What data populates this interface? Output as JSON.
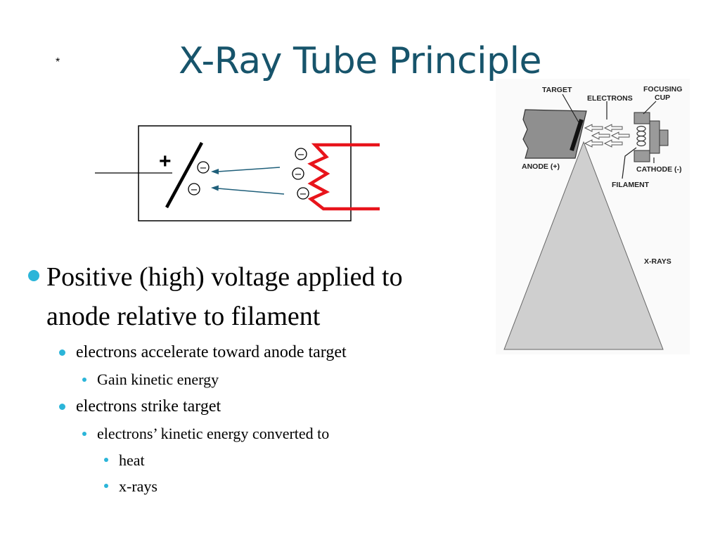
{
  "slide": {
    "marker": "*",
    "title": "X-Ray Tube Principle",
    "bullets": {
      "main": "Positive (high) voltage applied to anode relative to filament",
      "sub1": "electrons accelerate toward anode target",
      "sub1_1": "Gain kinetic energy",
      "sub2": "electrons strike target",
      "sub2_1": "electrons’ kinetic energy converted to",
      "sub2_1_1": "heat",
      "sub2_1_2": "x-rays"
    }
  },
  "circuit": {
    "plus_symbol": "+",
    "electron_symbol": "−"
  },
  "tube_diagram": {
    "labels": {
      "target": "TARGET",
      "electrons": "ELECTRONS",
      "focusing_cup_1": "FOCUSING",
      "focusing_cup_2": "CUP",
      "anode": "ANODE (+)",
      "cathode": "CATHODE (-)",
      "filament": "FILAMENT",
      "xrays": "X-RAYS"
    }
  },
  "colors": {
    "title": "#17546b",
    "bullet": "#2bb5d9",
    "filament": "#e8141b",
    "arrow": "#1f5f7a"
  }
}
